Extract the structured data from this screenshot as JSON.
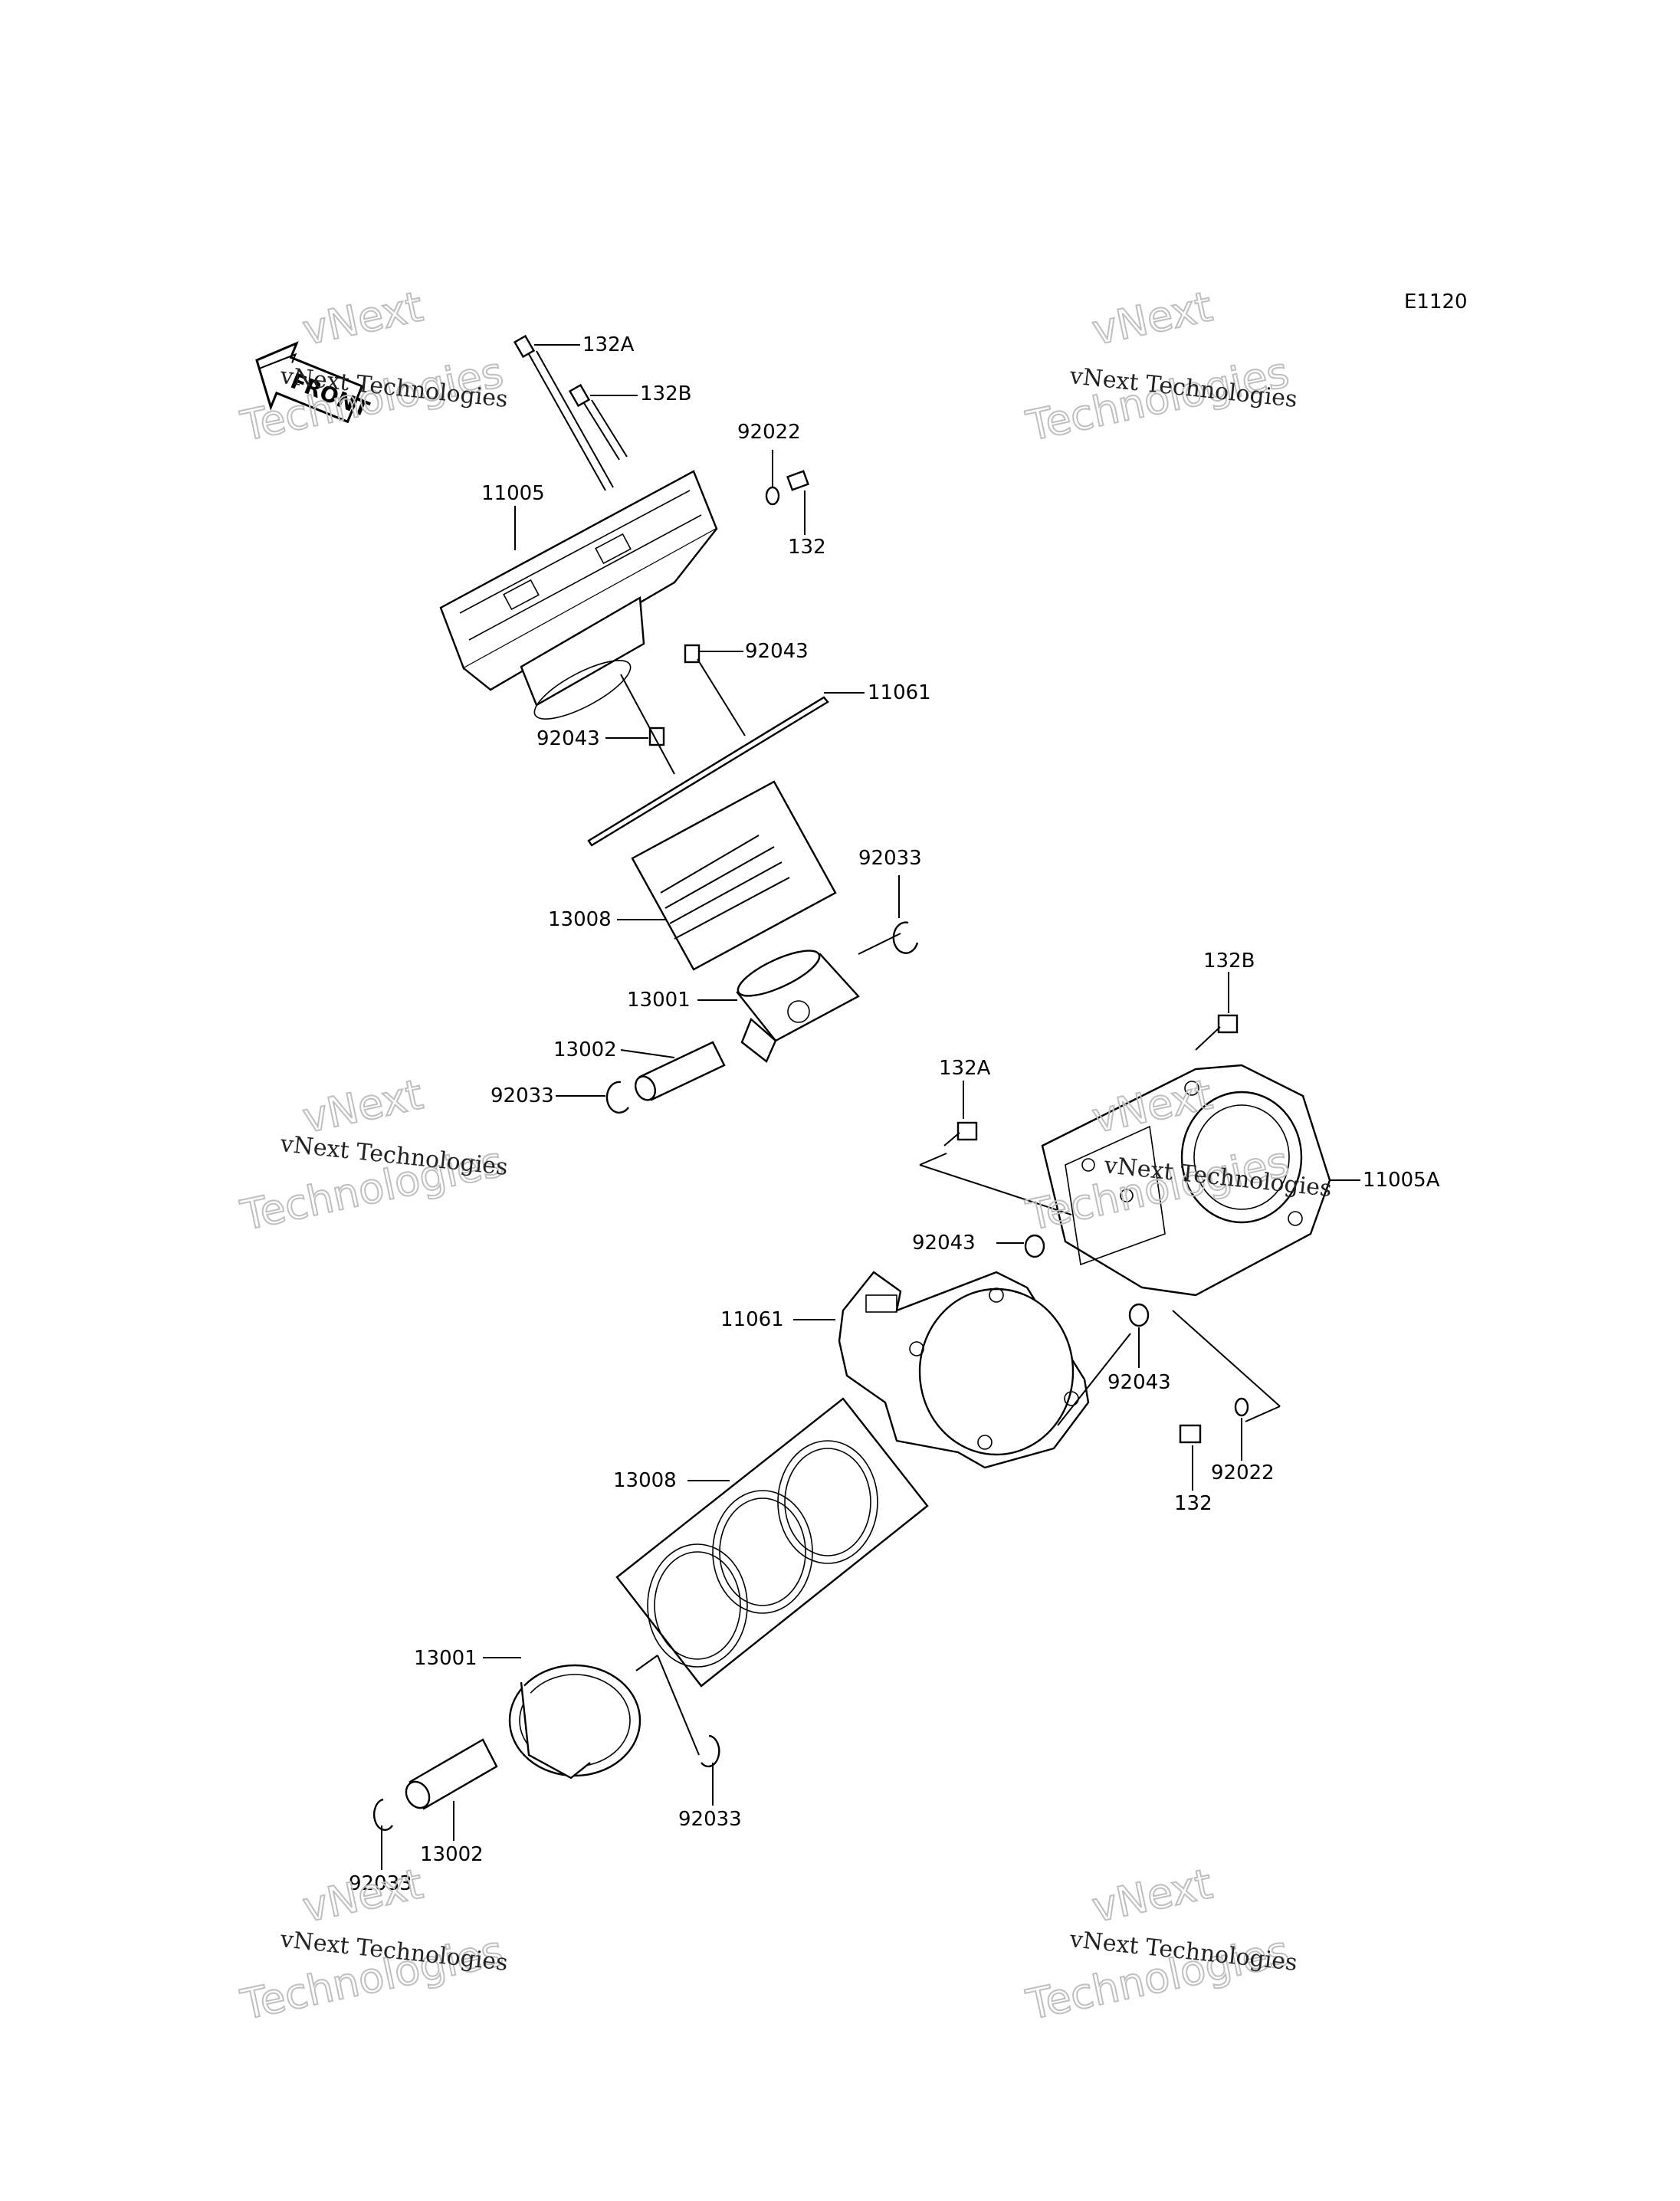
{
  "diagram_code": "E1120",
  "front_label": "FRONT",
  "watermark_small": "vNext Technologies",
  "watermark_big_1": "vNext",
  "watermark_big_2": "Technologies",
  "labels": {
    "upper_132A": "132A",
    "upper_132B": "132B",
    "upper_92022": "92022",
    "upper_132": "132",
    "upper_11005": "11005",
    "upper_92043_a": "92043",
    "upper_11061": "11061",
    "upper_92043_b": "92043",
    "upper_92033_a": "92033",
    "upper_13008": "13008",
    "upper_13001": "13001",
    "upper_13002": "13002",
    "upper_92033_b": "92033",
    "lower_132B": "132B",
    "lower_132A": "132A",
    "lower_11005A": "11005A",
    "lower_92043_a": "92043",
    "lower_11061": "11061",
    "lower_92043_b": "92043",
    "lower_92022": "92022",
    "lower_132": "132",
    "lower_13008": "13008",
    "lower_13001": "13001",
    "lower_92033_a": "92033",
    "lower_13002": "13002",
    "lower_92033_b": "92033"
  }
}
